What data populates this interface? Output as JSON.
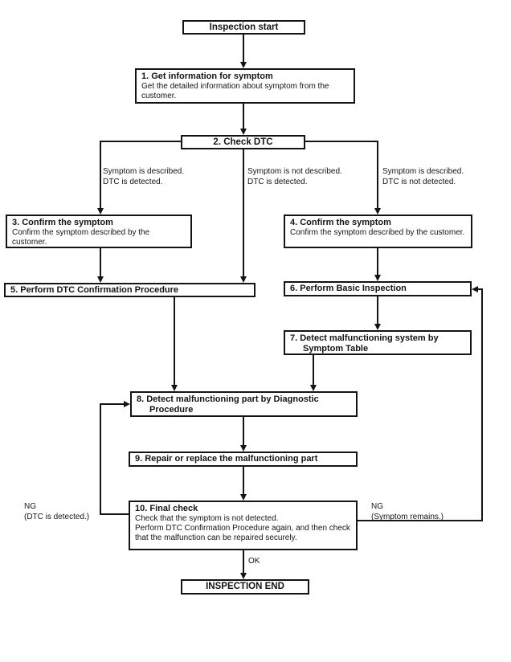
{
  "nodes": {
    "start": {
      "label": "Inspection start"
    },
    "step1": {
      "title": "1. Get information for symptom",
      "desc": "Get the detailed information about symptom from the customer."
    },
    "step2": {
      "title": "2. Check DTC"
    },
    "step3": {
      "title": "3. Confirm the symptom",
      "desc": "Confirm the symptom described by the customer."
    },
    "step4": {
      "title": "4. Confirm the symptom",
      "desc": "Confirm the symptom described by the customer."
    },
    "step5": {
      "title": "5. Perform DTC Confirmation Procedure"
    },
    "step6": {
      "title": "6. Perform Basic Inspection"
    },
    "step7": {
      "title": "7. Detect malfunctioning system by Symptom Table"
    },
    "step8": {
      "title": "8. Detect malfunctioning part by Diagnostic Procedure"
    },
    "step9": {
      "title": "9. Repair or replace the malfunctioning part"
    },
    "step10": {
      "title": "10. Final check",
      "desc_line1": "Check that the symptom is not detected.",
      "desc_line2": "Perform DTC Confirmation Procedure again, and then check that the malfunction can be repaired securely."
    },
    "end": {
      "label": "INSPECTION END"
    }
  },
  "branch_labels": {
    "left": {
      "line1": "Symptom is described.",
      "line2": "DTC is detected."
    },
    "middle": {
      "line1": "Symptom is not described.",
      "line2": "DTC is detected."
    },
    "right": {
      "line1": "Symptom is described.",
      "line2": "DTC is not detected."
    }
  },
  "edge_labels": {
    "ok": "OK",
    "ng_left_line1": "NG",
    "ng_left_line2": "(DTC is detected.)",
    "ng_right_line1": "NG",
    "ng_right_line2": "(Symptom remains.)"
  },
  "colors": {
    "line": "#141414",
    "background": "#ffffff",
    "text": "#141414"
  }
}
